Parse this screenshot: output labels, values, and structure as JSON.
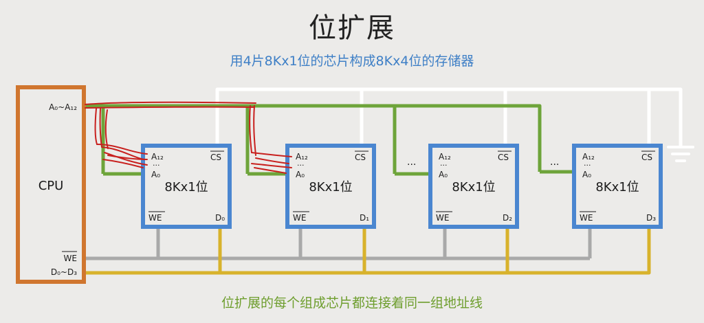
{
  "title": "位扩展",
  "subtitle": "用4片8Kx1位的芯片构成8Kx4位的存储器",
  "footer": "位扩展的每个组成芯片都连接着同一组地址线",
  "cpu": {
    "label": "CPU",
    "addr_label": "A₀~A₁₂",
    "we_label": "WE",
    "data_label": "D₀~D₃"
  },
  "chips": [
    {
      "name": "8Kx1位",
      "a_high": "A₁₂",
      "dots": "···",
      "a_low": "A₀",
      "cs": "CS",
      "we": "WE",
      "data": "D₀"
    },
    {
      "name": "8Kx1位",
      "a_high": "A₁₂",
      "dots": "···",
      "a_low": "A₀",
      "cs": "CS",
      "we": "WE",
      "data": "D₁"
    },
    {
      "name": "8Kx1位",
      "a_high": "A₁₂",
      "dots": "···",
      "a_low": "A₀",
      "cs": "CS",
      "we": "WE",
      "data": "D₂"
    },
    {
      "name": "8Kx1位",
      "a_high": "A₁₂",
      "dots": "···",
      "a_low": "A₀",
      "cs": "CS",
      "we": "WE",
      "data": "D₃"
    }
  ],
  "bus_dots": "···",
  "colors": {
    "cpu_border": "#d0762f",
    "chip_border": "#4a86d0",
    "address_bus": "#6ea43a",
    "cs_line": "#ffffff",
    "we_line": "#a9a9a9",
    "data_bus": "#d8b22c",
    "annotation": "#c8201e",
    "subtitle": "#3e7fc6",
    "footer": "#6e9e2e"
  }
}
